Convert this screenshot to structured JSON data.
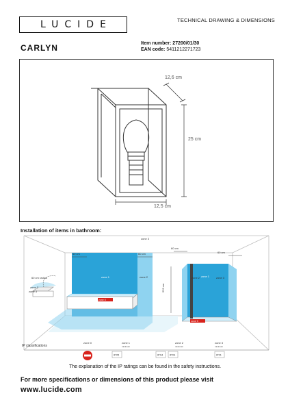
{
  "header": {
    "logo_text": "LUCIDE",
    "doc_title": "TECHNICAL DRAWING & DIMENSIONS"
  },
  "product": {
    "name": "CARLYN",
    "item_label": "Item number:",
    "item_value": "27200/01/30",
    "ean_label": "EAN code:",
    "ean_value": "5411212271723"
  },
  "drawing": {
    "dim_depth": "12,6 cm",
    "dim_height": "25 cm",
    "dim_width": "12,5 cm"
  },
  "bathroom": {
    "section_title": "Installation of items in bathroom:",
    "labels": {
      "zone3_top": "zone 3",
      "cm60_a": "60 cm",
      "cm60_b": "60 cm",
      "cm60_c": "60 cm",
      "cm60_d": "60 cm",
      "zone1_a": "zone 1",
      "zone2_a": "zone 2",
      "zone0_a": "zone 0",
      "zone1_b": "zone 1",
      "zone2_b": "zone 2",
      "zone3_right": "zone 3",
      "zone0_b": "zone 0",
      "radius": "60 cm radius",
      "zone3_left": "zone 3",
      "zone2_left": "zone 2",
      "height": "225 cm"
    },
    "ip": {
      "title": "IP classifications",
      "zone0": "zone 0",
      "zone1": "zone 1",
      "zone2": "zone 2",
      "zone3": "zone 3",
      "min1": "minimum",
      "min2": "minimum",
      "min3": "minimum",
      "ip65": "IPX5",
      "ip54": "IPX4",
      "ip44": "IPX4",
      "ip21": "IP21"
    }
  },
  "explanation": "The explanation of the IP ratings can be found in the safety instructions.",
  "footer": {
    "line1": "For more specifications or dimensions of this product please visit",
    "url": "www.lucide.com"
  }
}
